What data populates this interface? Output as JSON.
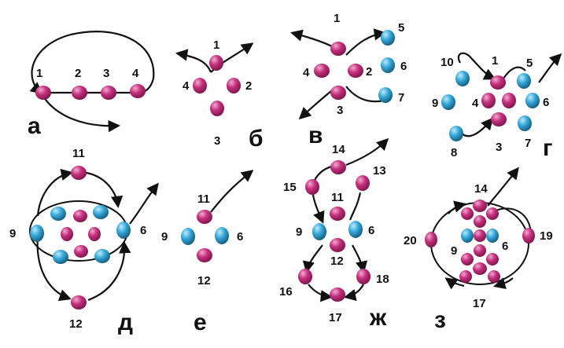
{
  "colors": {
    "pink_bead": "#c4307e",
    "pink_shadow": "#7a1448",
    "blue_bead": "#35a9da",
    "blue_shadow": "#14577a",
    "thread": "#111111",
    "background": "#ffffff"
  },
  "panels": [
    {
      "id": "a",
      "letter": "а",
      "numbers": [
        "1",
        "2",
        "3",
        "4"
      ]
    },
    {
      "id": "b",
      "letter": "б",
      "numbers": [
        "1",
        "2",
        "3",
        "4"
      ]
    },
    {
      "id": "v",
      "letter": "в",
      "numbers": [
        "1",
        "2",
        "3",
        "4",
        "5",
        "6",
        "7"
      ]
    },
    {
      "id": "g",
      "letter": "г",
      "numbers": [
        "1",
        "3",
        "4",
        "5",
        "6",
        "7",
        "8",
        "9",
        "10"
      ]
    },
    {
      "id": "d",
      "letter": "д",
      "numbers": [
        "11",
        "9",
        "6",
        "12"
      ]
    },
    {
      "id": "e",
      "letter": "е",
      "numbers": [
        "11",
        "9",
        "6",
        "12"
      ]
    },
    {
      "id": "zh",
      "letter": "ж",
      "numbers": [
        "14",
        "13",
        "15",
        "11",
        "9",
        "6",
        "12",
        "16",
        "18",
        "17"
      ]
    },
    {
      "id": "z",
      "letter": "з",
      "numbers": [
        "14",
        "20",
        "9",
        "6",
        "19",
        "17"
      ]
    }
  ]
}
